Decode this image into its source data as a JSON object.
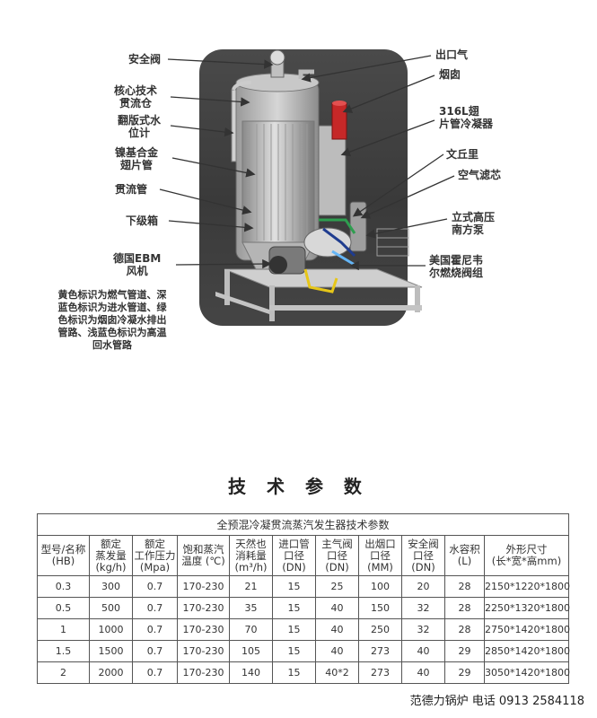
{
  "diagram": {
    "labels_left": [
      {
        "id": "safety-valve",
        "text": "安全阀"
      },
      {
        "id": "core-tech",
        "text": "核心技术\n贯流仓"
      },
      {
        "id": "flip-gauge",
        "text": "翻版式水\n位计"
      },
      {
        "id": "nickel-fin",
        "text": "镍基合金\n翅片管"
      },
      {
        "id": "through-tube",
        "text": "贯流管"
      },
      {
        "id": "lower-box",
        "text": "下级箱"
      },
      {
        "id": "ebm-fan",
        "text": "德国EBM\n风机"
      }
    ],
    "labels_right": [
      {
        "id": "outlet-gas",
        "text": "出口气"
      },
      {
        "id": "chimney",
        "text": "烟囱"
      },
      {
        "id": "condenser",
        "text": "316L翅\n片管冷凝器"
      },
      {
        "id": "venturi",
        "text": "文丘里"
      },
      {
        "id": "air-filter",
        "text": "空气滤芯"
      },
      {
        "id": "pump",
        "text": "立式高压\n南方泵"
      },
      {
        "id": "burner",
        "text": "美国霍尼韦\n尔燃烧阀组"
      }
    ],
    "note": "黄色标识为燃气管道、深蓝色标识为进水管道、绿色标识为烟囱冷凝水排出管路、浅蓝色标识为高温回水管路",
    "colors": {
      "panel": "#444444",
      "chimney": "#c62828",
      "gas": "#e6c619",
      "inlet": "#1f3c8f",
      "condensate": "#2e9e4f",
      "return": "#64b5f6"
    }
  },
  "title": "技 术 参 数",
  "table": {
    "caption": "全预混冷凝贯流蒸汽发生器技术参数",
    "headers": [
      "型号/名称\n(HB)",
      "额定\n蒸发量\n(kg/h)",
      "额定\n工作压力\n(Mpa)",
      "饱和蒸汽\n温度 (℃)",
      "天然也\n消耗量\n(m³/h)",
      "进口管\n口径\n(DN)",
      "主气阀\n口径\n(DN)",
      "出烟口\n口径\n(MM)",
      "安全阀\n口径\n(DN)",
      "水容积\n(L)",
      "外形尺寸\n(长*宽*高mm)"
    ],
    "rows": [
      [
        "0.3",
        "300",
        "0.7",
        "170-230",
        "21",
        "15",
        "25",
        "100",
        "20",
        "28",
        "2150*1220*1800"
      ],
      [
        "0.5",
        "500",
        "0.7",
        "170-230",
        "35",
        "15",
        "40",
        "150",
        "32",
        "28",
        "2250*1320*1800"
      ],
      [
        "1",
        "1000",
        "0.7",
        "170-230",
        "70",
        "15",
        "40",
        "250",
        "32",
        "28",
        "2750*1420*1800"
      ],
      [
        "1.5",
        "1500",
        "0.7",
        "170-230",
        "105",
        "15",
        "40",
        "273",
        "40",
        "29",
        "2850*1420*1800"
      ],
      [
        "2",
        "2000",
        "0.7",
        "170-230",
        "140",
        "15",
        "40*2",
        "273",
        "40",
        "29",
        "3050*1420*1800"
      ]
    ]
  },
  "footer": "范德力锅炉 电话 0913 2584118"
}
